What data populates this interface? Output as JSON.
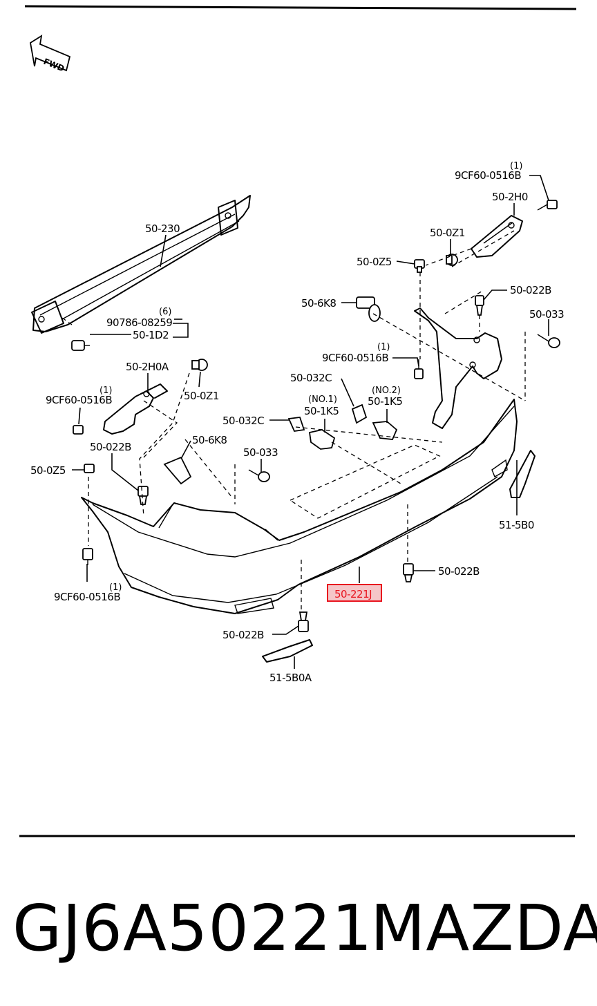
{
  "fwd_label": "FWD",
  "callouts": {
    "c_90786": {
      "qty": "(6)",
      "num": "90786-08259"
    },
    "c_1d2": "50-1D2",
    "c_230": "50-230",
    "c_9cf_tr": {
      "qty": "(1)",
      "num": "9CF60-0516B"
    },
    "c_2h0": "50-2H0",
    "c_0z1_r": "50-0Z1",
    "c_0z5_r": "50-0Z5",
    "c_022b_r": "50-022B",
    "c_6k8_r": "50-6K8",
    "c_033_r": "50-033",
    "c_9cf_mid": {
      "qty": "(1)",
      "num": "9CF60-0516B"
    },
    "c_2h0a": "50-2H0A",
    "c_0z1_l": "50-0Z1",
    "c_9cf_l": {
      "qty": "(1)",
      "num": "9CF60-0516B"
    },
    "c_032c_a": "50-032C",
    "c_032c_b": "50-032C",
    "c_1k5_no1": {
      "qty": "(NO.1)",
      "num": "50-1K5"
    },
    "c_1k5_no2": {
      "qty": "(NO.2)",
      "num": "50-1K5"
    },
    "c_6k8_l": "50-6K8",
    "c_033_l": "50-033",
    "c_022b_l": "50-022B",
    "c_0z5_l": "50-0Z5",
    "c_5b0": "51-5B0",
    "c_022b_br": "50-022B",
    "c_221j": "50-221J",
    "c_9cf_bl": {
      "qty": "(1)",
      "num": "9CF60-0516B"
    },
    "c_022b_b": "50-022B",
    "c_5b0a": "51-5B0A"
  },
  "highlight_color": "#e8141e",
  "caption": {
    "part_number": "GJ6A50221",
    "brand": "MAZDA"
  }
}
